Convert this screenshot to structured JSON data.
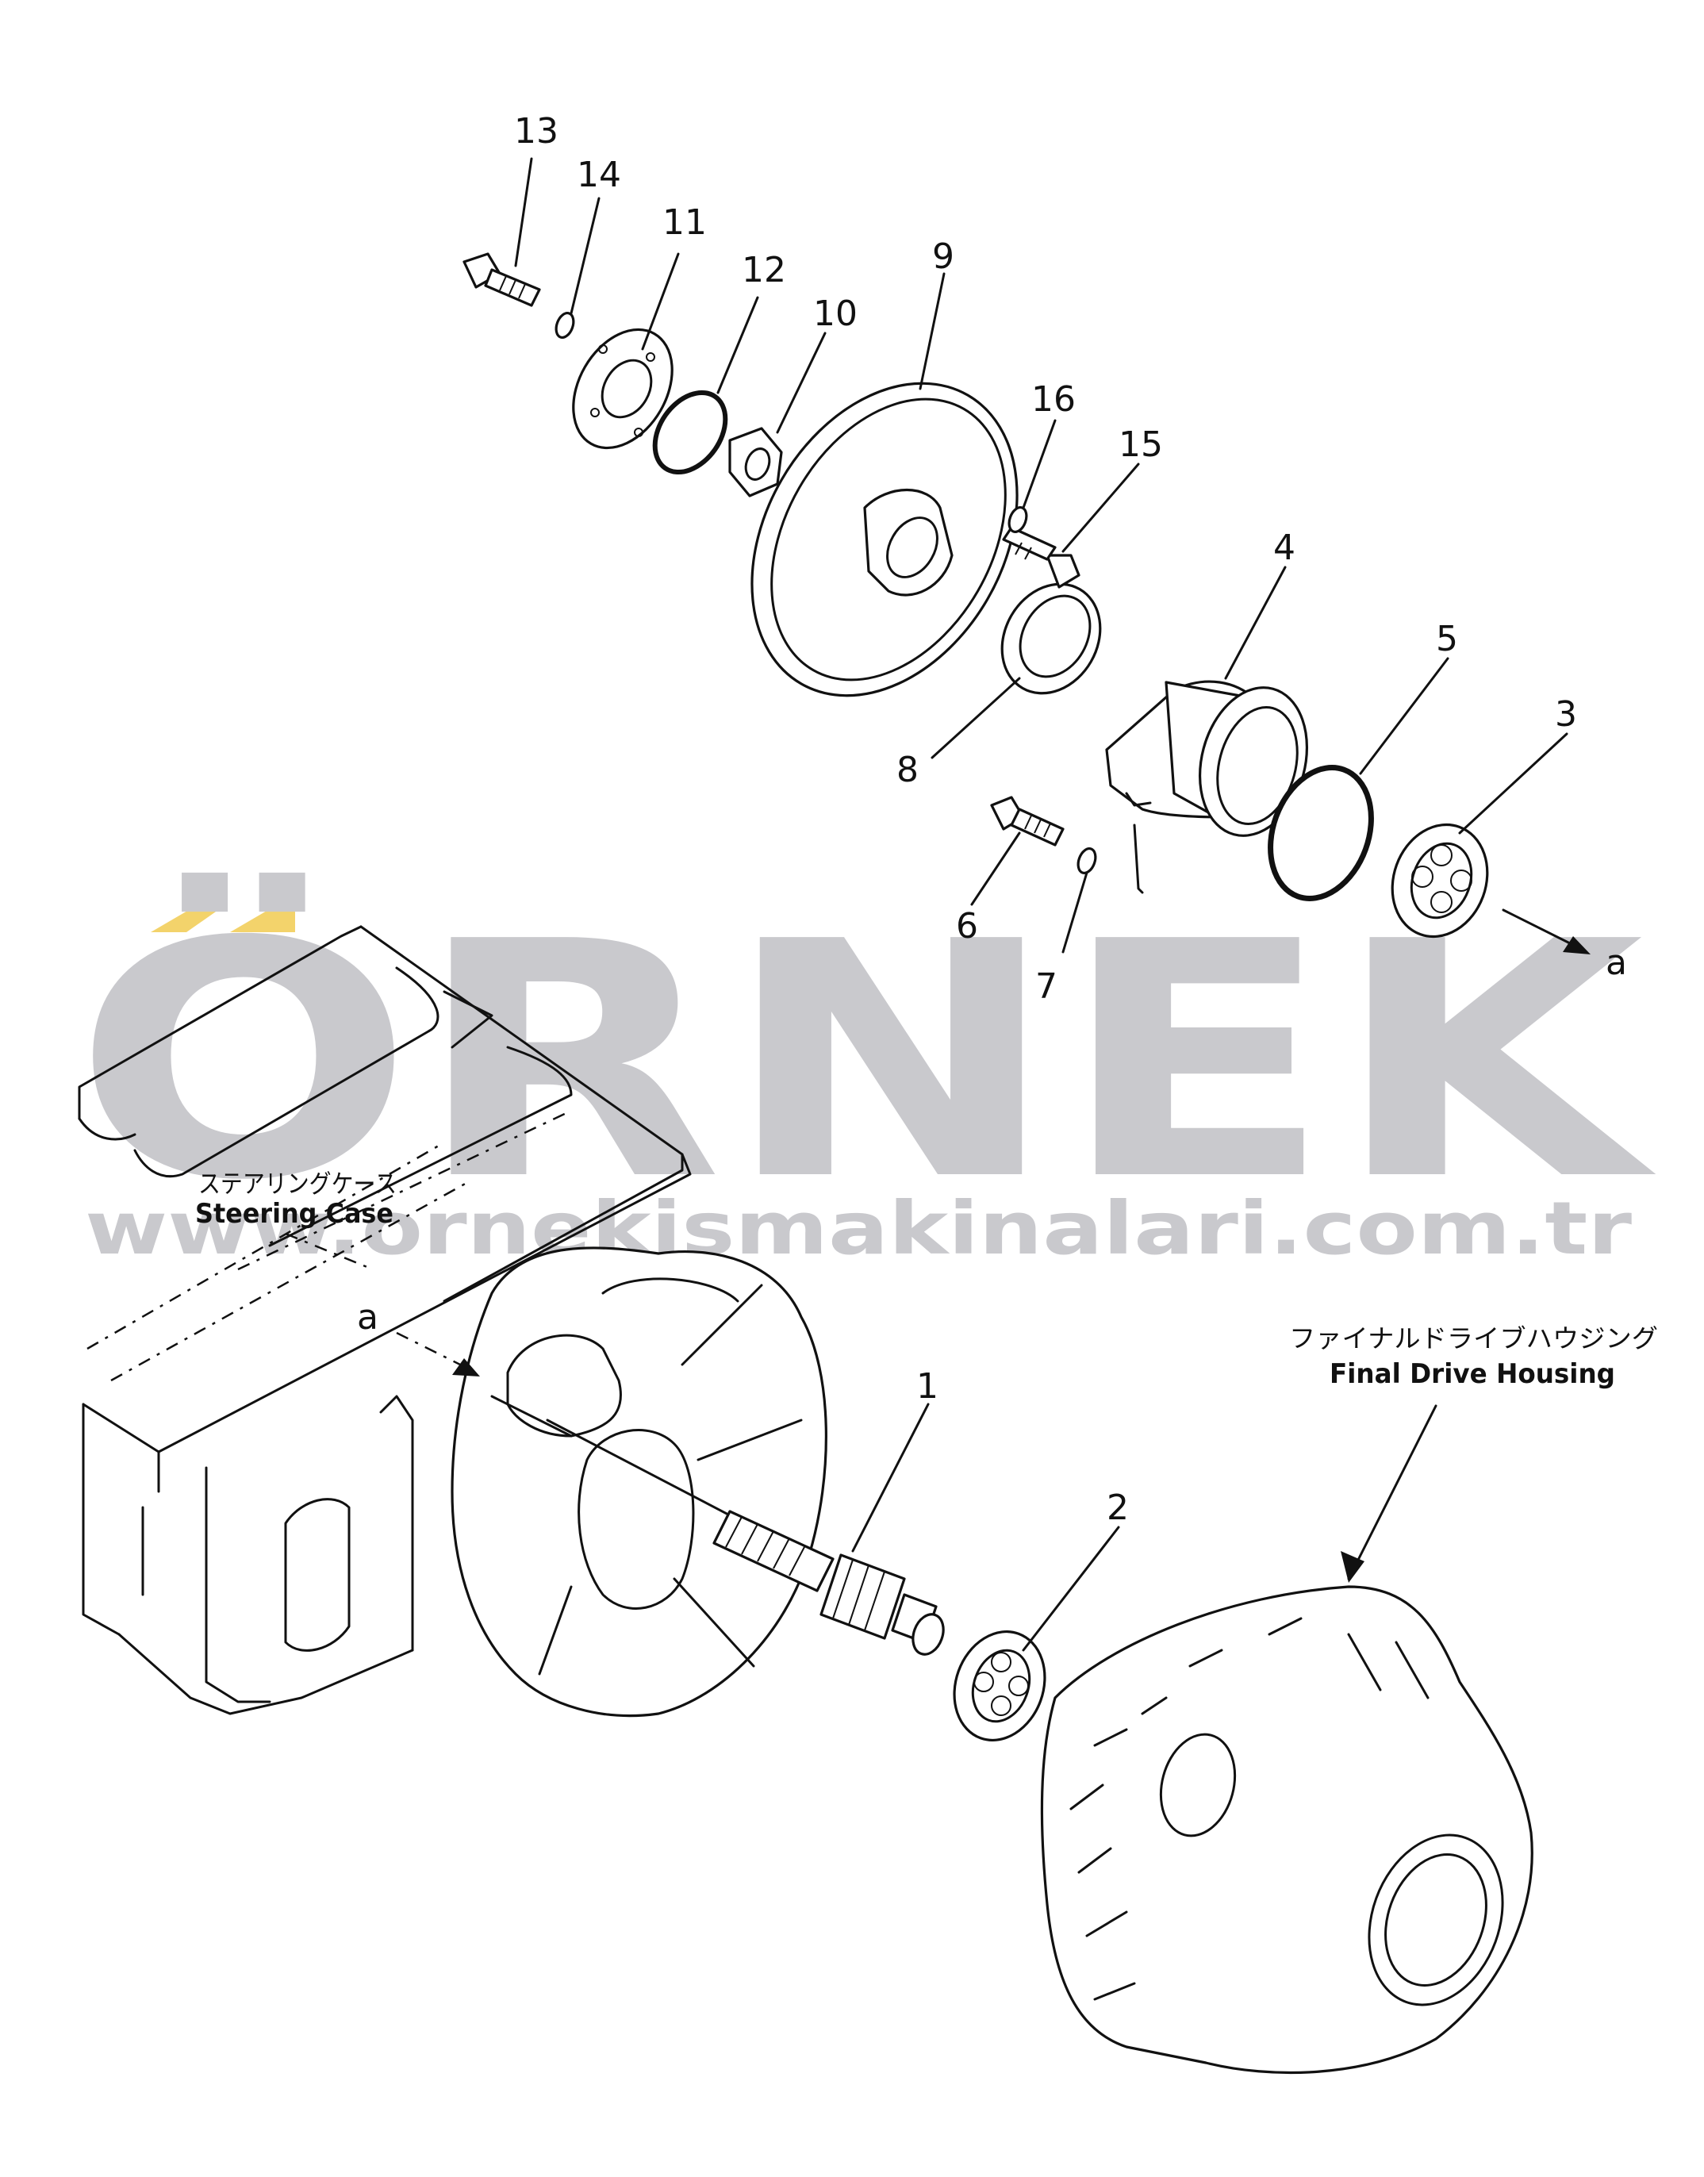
{
  "watermark": {
    "brand": "ÖRNEK",
    "url": "www.ornekismakinalari.com.tr",
    "gray": "#c9c9cd",
    "accent": "#f3d36b"
  },
  "captions": {
    "steering_case_jp": "ステアリングケース",
    "steering_case_en": "Steering Case",
    "final_drive_jp": "ファイナルドライブハウジング",
    "final_drive_en": "Final Drive Housing"
  },
  "view_arrow": "a",
  "part_numbers": [
    "1",
    "2",
    "3",
    "4",
    "5",
    "6",
    "7",
    "8",
    "9",
    "10",
    "11",
    "12",
    "13",
    "14",
    "15",
    "16"
  ]
}
